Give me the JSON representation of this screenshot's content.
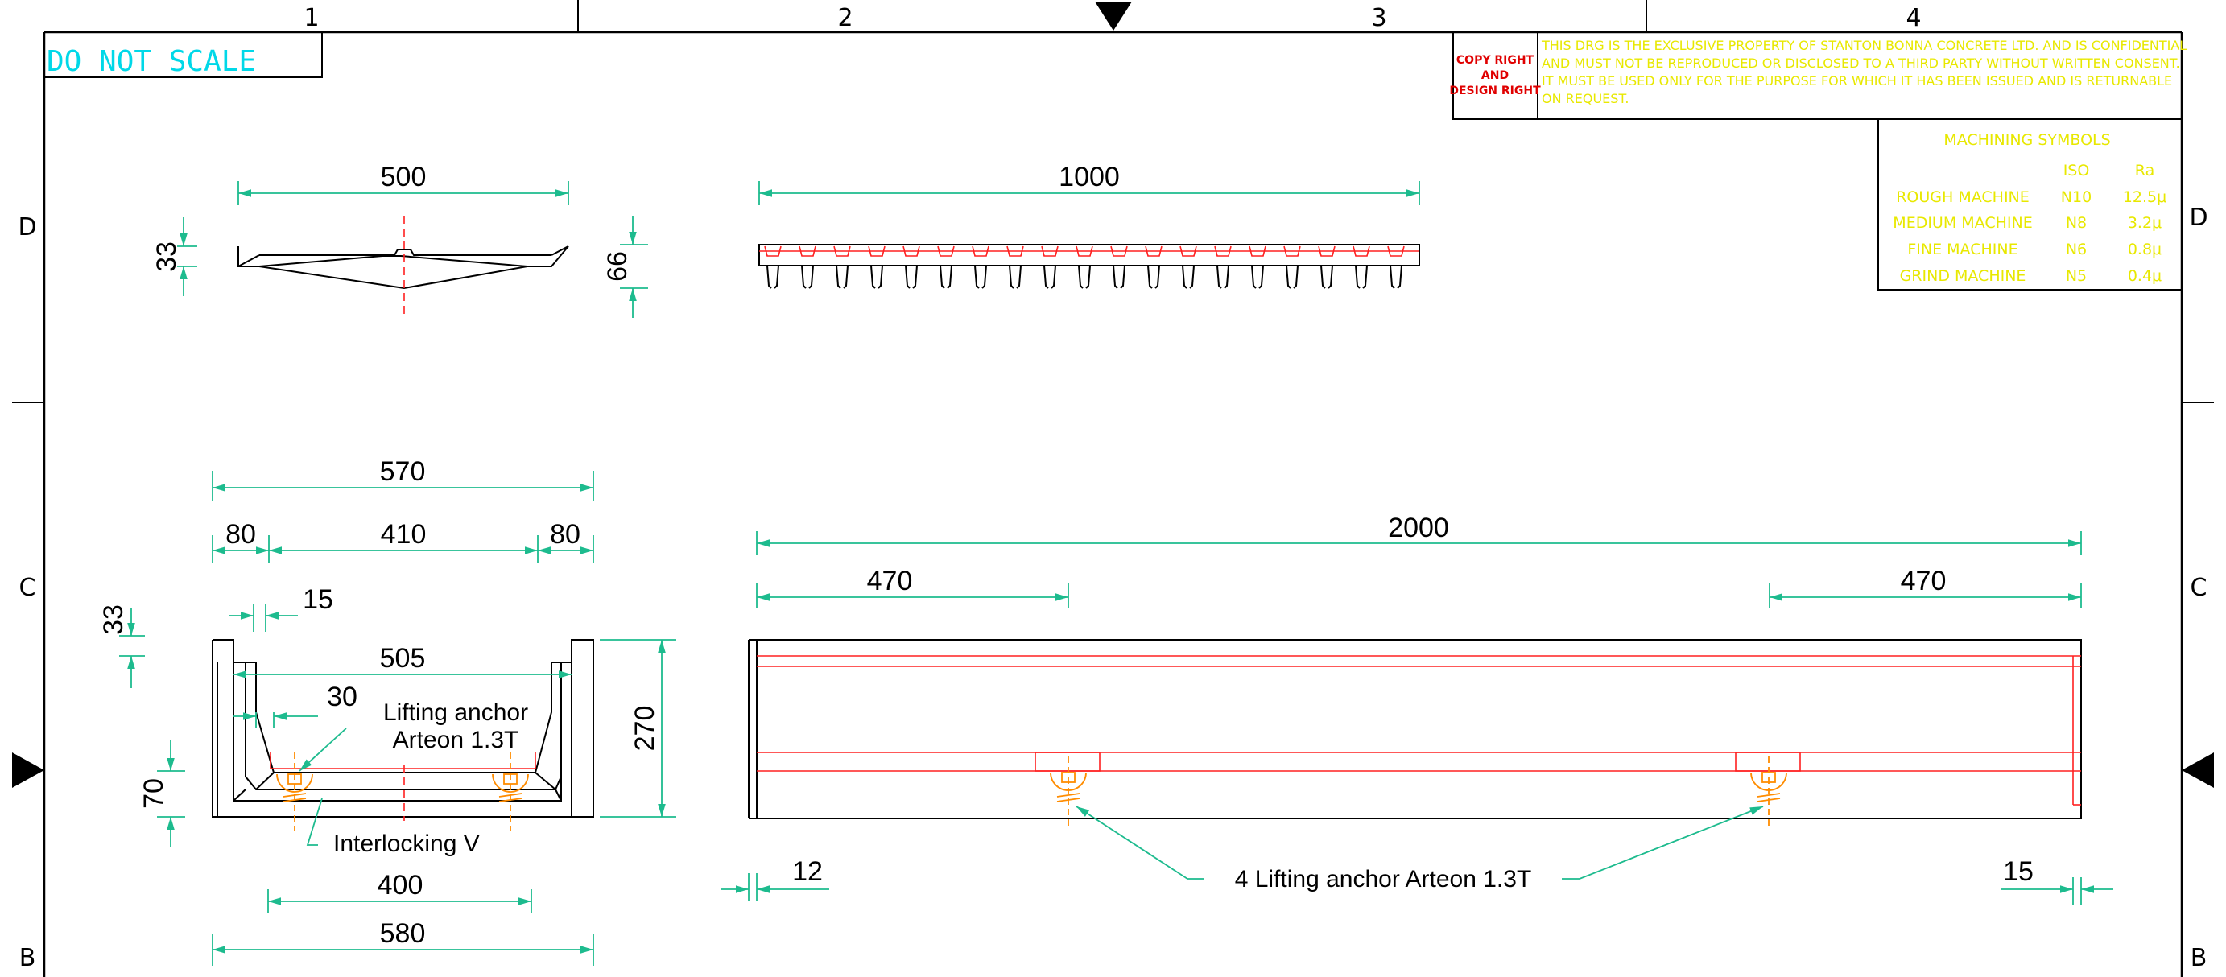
{
  "border": {
    "columns": [
      "1",
      "2",
      "3",
      "4"
    ],
    "rows": [
      "D",
      "C",
      "B"
    ],
    "do_not_scale": "DO NOT SCALE"
  },
  "notice": {
    "badge_line1": "COPY RIGHT",
    "badge_line2": "AND",
    "badge_line3": "DESIGN RIGHT",
    "lines": [
      "THIS DRG IS THE EXCLUSIVE PROPERTY OF STANTON BONNA CONCRETE LTD. AND IS CONFIDENTIAL",
      "AND MUST NOT BE REPRODUCED OR DISCLOSED TO A THIRD PARTY WITHOUT WRITTEN CONSENT.",
      "IT MUST BE USED ONLY FOR THE PURPOSE FOR WHICH IT HAS BEEN ISSUED AND IS RETURNABLE",
      "ON REQUEST."
    ]
  },
  "machining": {
    "title": "MACHINING SYMBOLS",
    "col_iso": "ISO",
    "col_ra": "Ra",
    "rows": [
      {
        "name": "ROUGH MACHINE",
        "iso": "N10",
        "ra": "12.5μ"
      },
      {
        "name": "MEDIUM MACHINE",
        "iso": "N8",
        "ra": "3.2μ"
      },
      {
        "name": "FINE MACHINE",
        "iso": "N6",
        "ra": "0.8μ"
      },
      {
        "name": "GRIND MACHINE",
        "iso": "N5",
        "ra": "0.4μ"
      }
    ]
  },
  "grating_end_view": {
    "width": "500",
    "height": "33"
  },
  "grating_side_view": {
    "length": "1000",
    "height": "66"
  },
  "channel_section": {
    "overall_top": "570",
    "left_lip": "80",
    "inner_top": "410",
    "right_lip": "80",
    "lip_offset": "15",
    "lip_depth": "33",
    "seat_width": "505",
    "chamfer": "30",
    "depth": "270",
    "base_thickness": "70",
    "base_inner": "400",
    "base_outer": "580",
    "anchor_label_1": "Lifting anchor",
    "anchor_label_2": "Arteon 1.3T",
    "interlock_label": "Interlocking V"
  },
  "channel_elevation": {
    "length": "2000",
    "anchor_left_offset": "470",
    "anchor_right_offset": "470",
    "end_left": "12",
    "end_right": "15",
    "anchor_label": "4 Lifting anchor Arteon 1.3T"
  }
}
